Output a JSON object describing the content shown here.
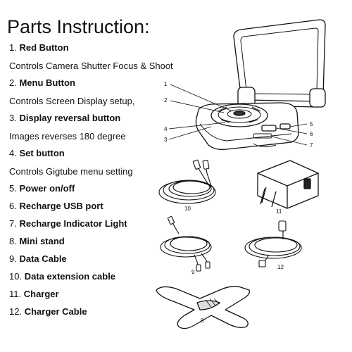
{
  "title": "Parts Instruction:",
  "parts": [
    {
      "number": "1.",
      "name": "Red Button",
      "description": "Controls Camera Shutter Focus & Shoot"
    },
    {
      "number": "2.",
      "name": "Menu Button",
      "description": "Controls Screen Display setup,"
    },
    {
      "number": "3.",
      "name": "Display reversal button",
      "description": "Images reverses 180 degree"
    },
    {
      "number": "4.",
      "name": "Set button",
      "description": "Controls Gigtube menu setting"
    },
    {
      "number": "5.",
      "name": "Power on/off"
    },
    {
      "number": "6.",
      "name": "Recharge USB port"
    },
    {
      "number": "7.",
      "name": "Recharge Indicator Light"
    },
    {
      "number": "8.",
      "name": "Mini stand"
    },
    {
      "number": "9.",
      "name": "Data Cable"
    },
    {
      "number": "10.",
      "name": "Data extension cable"
    },
    {
      "number": "11.",
      "name": "Charger"
    },
    {
      "number": "12.",
      "name": "Charger Cable"
    }
  ],
  "callouts": {
    "c1": "1",
    "c2": "2",
    "c3": "3",
    "c4": "4",
    "c5": "5",
    "c6": "6",
    "c7": "7",
    "cable10": "10",
    "charger11": "11",
    "cable9": "9",
    "cable12": "12",
    "stand8": "8"
  }
}
